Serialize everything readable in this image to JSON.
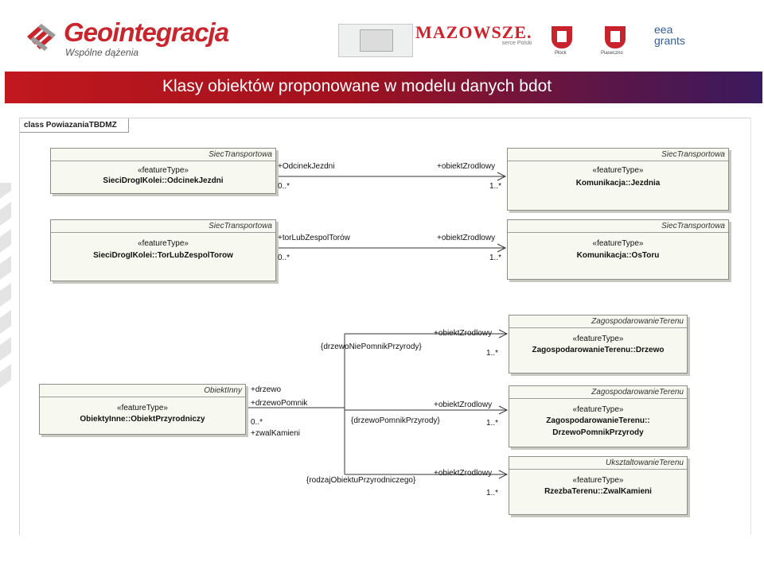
{
  "header": {
    "logo_name": "Geointegracja",
    "logo_tagline": "Wspólne dążenia",
    "partners": {
      "mazowsze": "MAZOWSZE.",
      "mazowsze_sub": "serce Polski",
      "city1": "Płock",
      "city2": "Piaseczno",
      "eea_line1": "eea",
      "eea_line2": "grants"
    },
    "title": "Klasy obiektów proponowane w modelu danych bdot"
  },
  "colors": {
    "brand_red": "#c9252c",
    "band_start": "#c1181e",
    "band_end": "#3a1a5e",
    "class_fill": "#f7f8ef"
  },
  "diagram": {
    "frame_label": "class PowiazaniaTBDMZ",
    "classes": {
      "odcinek": {
        "package": "SiecTransportowa",
        "stereotype": "«featureType»",
        "name": "SieciDrogIKolei::OdcinekJezdni"
      },
      "jezdnia": {
        "package": "SiecTransportowa",
        "stereotype": "«featureType»",
        "name": "Komunikacja::Jezdnia"
      },
      "tor": {
        "package": "SiecTransportowa",
        "stereotype": "«featureType»",
        "name": "SieciDrogIKolei::TorLubZespolTorow"
      },
      "ostoru": {
        "package": "SiecTransportowa",
        "stereotype": "«featureType»",
        "name": "Komunikacja::OsToru"
      },
      "drzewo": {
        "package": "ZagospodarowanieTerenu",
        "stereotype": "«featureType»",
        "name": "ZagospodarowanieTerenu::Drzewo"
      },
      "obiekt": {
        "package": "ObiektInny",
        "stereotype": "«featureType»",
        "name": "ObiektyInne::ObiektPrzyrodniczy"
      },
      "pomnik": {
        "package": "ZagospodarowanieTerenu",
        "stereotype": "«featureType»",
        "name_line1": "ZagospodarowanieTerenu::",
        "name_line2": "DrzewoPomnikPrzyrody"
      },
      "zwal": {
        "package": "UksztaltowanieTerenu",
        "stereotype": "«featureType»",
        "name": "RzezbaTerenu::ZwalKamieni"
      }
    },
    "labels": {
      "r1_role": "+OdcinekJezdni",
      "r1_mult": "0..*",
      "r1_target_role": "+obiektZrodlowy",
      "r1_target_mult": "1..*",
      "r2_role": "+torLubZespolTorów",
      "r2_mult": "0..*",
      "r2_target_role": "+obiektZrodlowy",
      "r2_target_mult": "1..*",
      "o_drzewo": "+drzewo",
      "o_pomnik": "+drzewoPomnik",
      "o_mult": "0..*",
      "o_zwal": "+zwalKamieni",
      "c_drzewo": "{drzewoNiePomnikPrzyrody}",
      "c_pomnik": "{drzewoPomnikPrzyrody}",
      "c_rodzaj": "{rodzajObiektuPrzyrodniczego}",
      "t_drzewo_role": "+obiektZrodlowy",
      "t_drzewo_mult": "1..*",
      "t_pomnik_role": "+obiektZrodlowy",
      "t_pomnik_mult": "1..*",
      "t_zwal_role": "+obiektZrodlowy",
      "t_zwal_mult": "1..*"
    }
  }
}
